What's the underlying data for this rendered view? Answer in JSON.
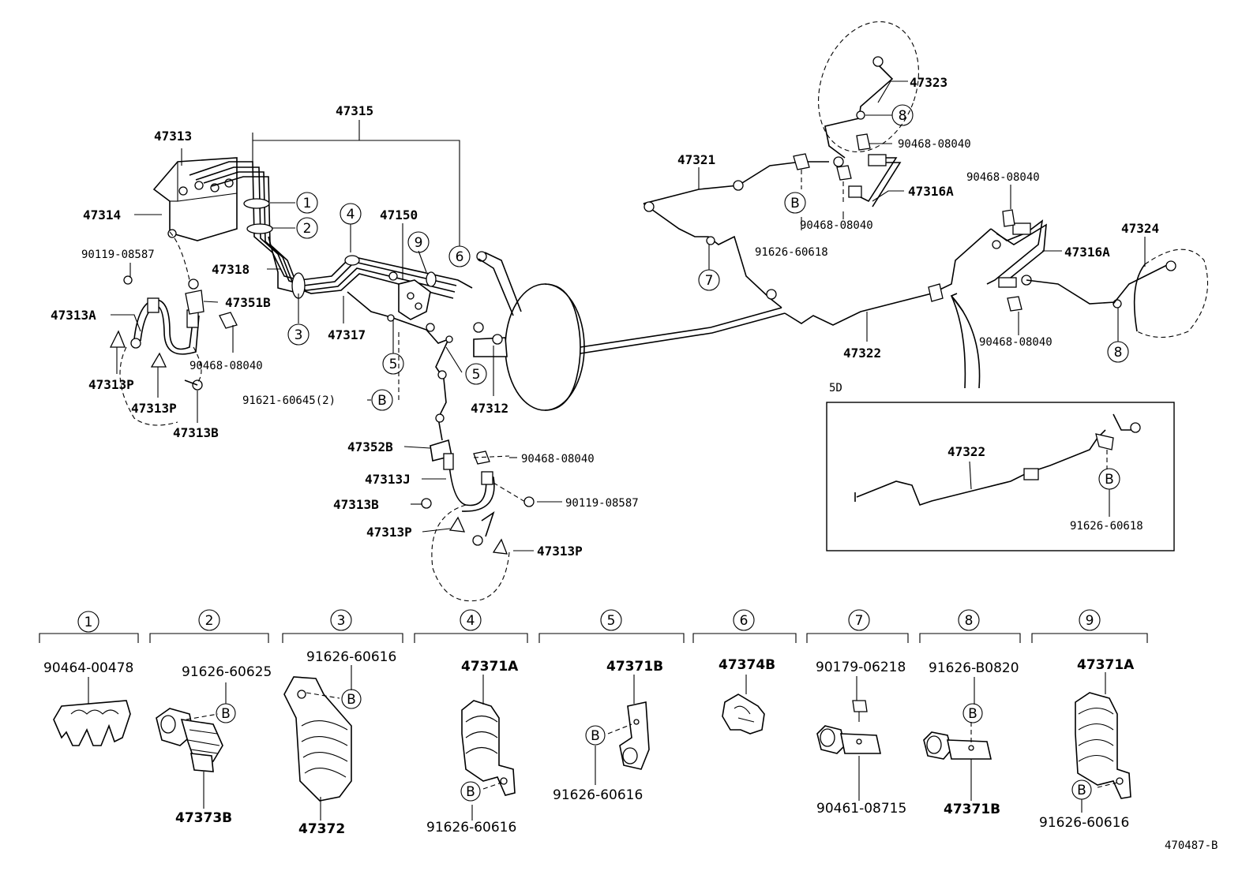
{
  "diagram_id": "470487-B",
  "inset_label": "5D",
  "parts": {
    "p47315": "47315",
    "p47313": "47313",
    "p47314": "47314",
    "p90119a": "90119-08587",
    "p47318": "47318",
    "p47351B": "47351B",
    "p47313A": "47313A",
    "p90468a": "90468-08040",
    "p47313P_a": "47313P",
    "p47313P_b": "47313P",
    "p47313B_a": "47313B",
    "p91621": "91621-60645(2)",
    "p47317": "47317",
    "p47150": "47150",
    "p47312": "47312",
    "p47352B": "47352B",
    "p90468b": "90468-08040",
    "p47313J": "47313J",
    "p90119b": "90119-08587",
    "p47313B_b": "47313B",
    "p47313P_c": "47313P",
    "p47313P_d": "47313P",
    "p47321": "47321",
    "p47323": "47323",
    "p90468c": "90468-08040",
    "p47316A_a": "47316A",
    "p90468d": "90468-08040",
    "p91626_60618a": "91626-60618",
    "p90468e": "90468-08040",
    "p47316A_b": "47316A",
    "p47324": "47324",
    "p90468f": "90468-08040",
    "p47322_a": "47322",
    "p47322_b": "47322",
    "p91626_60618b": "91626-60618"
  },
  "callouts": {
    "c1": "1",
    "c2": "2",
    "c3": "3",
    "c4": "4",
    "c5": "5",
    "c6": "6",
    "c9": "9",
    "c5b": "5",
    "c7": "7",
    "c8a": "8",
    "c8b": "8",
    "bA": "B",
    "bB": "B",
    "bC": "B"
  },
  "legend": [
    {
      "num": "1",
      "parts": [
        "90464-00478"
      ]
    },
    {
      "num": "2",
      "parts": [
        "91626-60625",
        "47373B"
      ],
      "bolt": "B"
    },
    {
      "num": "3",
      "parts": [
        "91626-60616",
        "47372"
      ],
      "bolt": "B"
    },
    {
      "num": "4",
      "parts": [
        "47371A",
        "91626-60616"
      ],
      "bolt": "B"
    },
    {
      "num": "5",
      "parts": [
        "47371B",
        "91626-60616"
      ],
      "bolt": "B"
    },
    {
      "num": "6",
      "parts": [
        "47374B"
      ]
    },
    {
      "num": "7",
      "parts": [
        "90179-06218",
        "90461-08715"
      ]
    },
    {
      "num": "8",
      "parts": [
        "91626-B0820",
        "47371B"
      ],
      "bolt": "B"
    },
    {
      "num": "9",
      "parts": [
        "47371A",
        "91626-60616"
      ],
      "bolt": "B"
    }
  ]
}
